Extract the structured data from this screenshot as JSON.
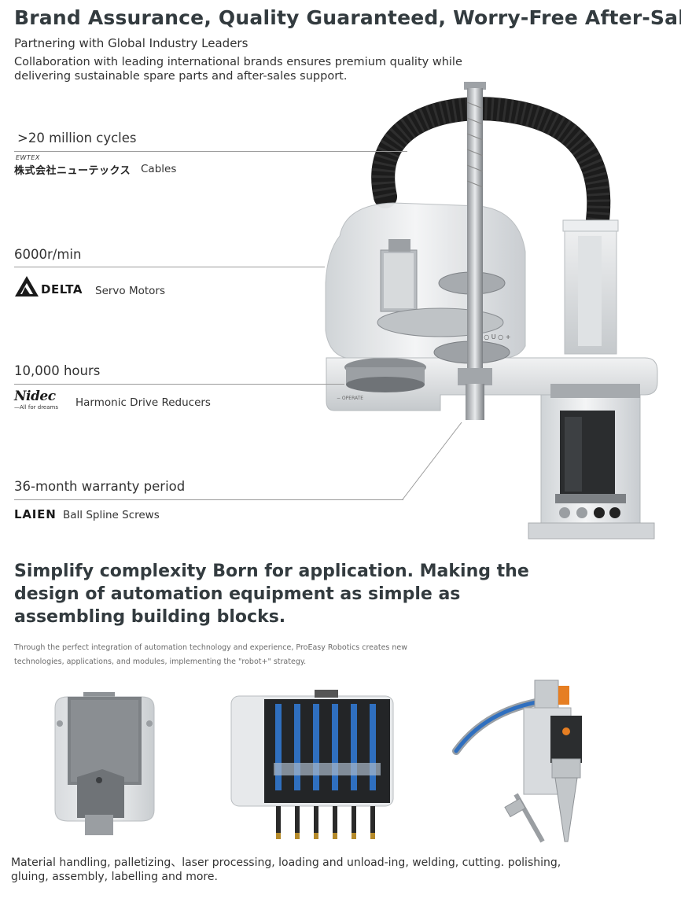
{
  "hero": {
    "title": "Brand Assurance, Quality Guaranteed, Worry-Free After-Sales",
    "subtitle": "Partnering with Global Industry Leaders",
    "intro": "Collaboration with leading international brands ensures premium quality while delivering sustainable spare parts and after-sales support."
  },
  "specs": [
    {
      "value": ">20 million cycles",
      "brand_small": "EWTEX",
      "brand": "株式会社ニューテックス",
      "component": "Cables"
    },
    {
      "value": "6000r/min",
      "brand": "DELTA",
      "component": "Servo Motors"
    },
    {
      "value": "10,000 hours",
      "brand": "Nidec",
      "brand_tagline": "—All for dreams",
      "component": "Harmonic Drive Reducers"
    },
    {
      "value": "36-month warranty period",
      "brand": "LAIEN",
      "component": "Ball Spline Screws"
    }
  ],
  "robot_panel_text": "− ○ U ○ +",
  "section2": {
    "heading": "Simplify complexity Born for application. Making the design of automation equipment as simple as assembling building blocks.",
    "body": "Through the perfect integration of automation technology and experience, ProEasy Robotics creates new technologies, applications, and modules, implementing the \"robot+\" strategy.",
    "applications": "Material handling, palletizing、laser processing, loading and unload-ing, welding, cutting. polishing, gluing, assembly, labelling and more."
  },
  "colors": {
    "heading": "#333b3f",
    "leader_line": "#9a9a9a",
    "robot_body": "#e4e6e8",
    "cable": "#1c1c1c",
    "tube_blue": "#2f6fbf"
  }
}
